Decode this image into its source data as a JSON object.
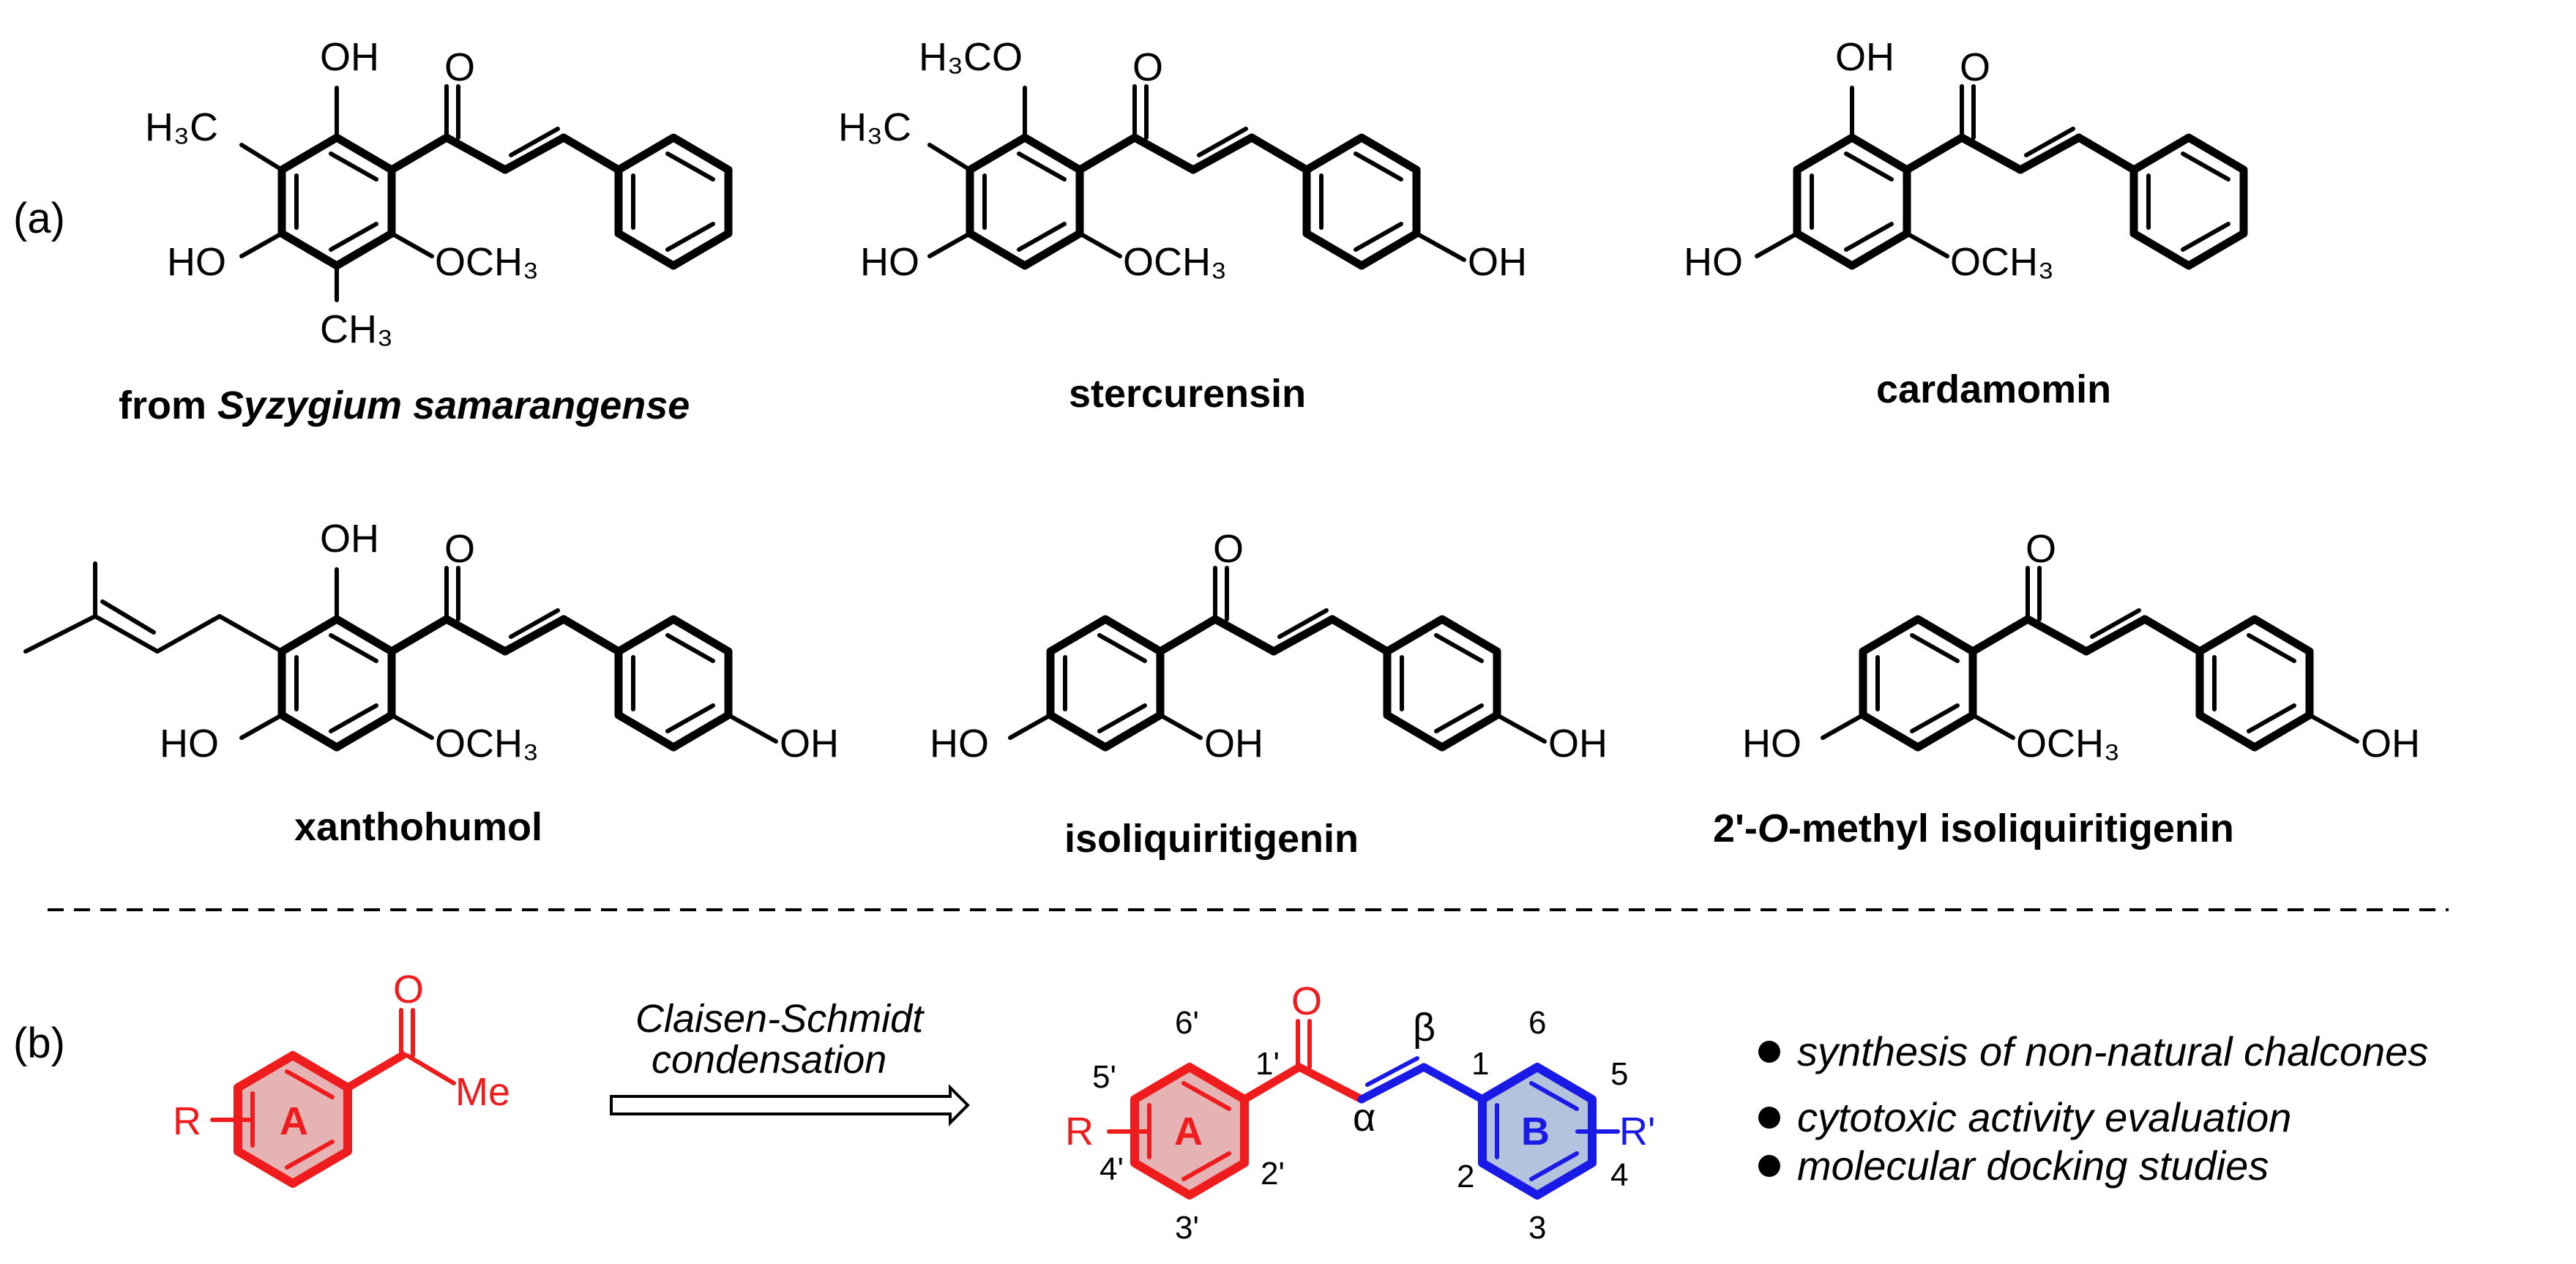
{
  "panel_a": {
    "label": "(a)",
    "compounds": [
      {
        "caption_prefix": "from ",
        "caption_italic": "Syzygium samarangense",
        "ortho_OH": "OH",
        "carbonyl": "O",
        "ring_substituents": [
          "H₃C",
          "HO",
          "CH₃",
          "OCH₃"
        ],
        "para_sub": ""
      },
      {
        "caption": "stercurensin",
        "ortho_sub": "H₃CO",
        "carbonyl": "O",
        "ring_substituents": [
          "H₃C",
          "HO",
          "OCH₃"
        ],
        "para_sub": "OH"
      },
      {
        "caption": "cardamomin",
        "ortho_OH": "OH",
        "carbonyl": "O",
        "ring_substituents": [
          "HO",
          "OCH₃"
        ],
        "para_sub": ""
      },
      {
        "caption": "xanthohumol",
        "ortho_OH": "OH",
        "carbonyl": "O",
        "ring_substituents": [
          "HO",
          "OCH₃"
        ],
        "para_sub": "OH"
      },
      {
        "caption": "isoliquiritigenin",
        "carbonyl": "O",
        "ring_substituents": [
          "HO",
          "OH"
        ],
        "para_sub": "OH"
      },
      {
        "caption_prefix": "2'-",
        "caption_italic": "O",
        "caption_suffix": "-methyl isoliquiritigenin",
        "carbonyl": "O",
        "ring_substituents": [
          "HO",
          "OCH₃"
        ],
        "para_sub": "OH"
      }
    ]
  },
  "panel_b": {
    "label": "(b)",
    "reactant": {
      "R": "R",
      "ring_label": "A",
      "carbonyl": "O",
      "methyl": "Me"
    },
    "arrow_label_line1": "Claisen-Schmidt",
    "arrow_label_line2": "condensation",
    "product": {
      "R": "R",
      "R_prime": "R'",
      "ring_a_label": "A",
      "ring_b_label": "B",
      "carbonyl": "O",
      "alpha": "α",
      "beta": "β",
      "ring_a_positions": [
        "1'",
        "2'",
        "3'",
        "4'",
        "5'",
        "6'"
      ],
      "ring_b_positions": [
        "1",
        "2",
        "3",
        "4",
        "5",
        "6"
      ]
    },
    "bullets": [
      "synthesis of non-natural chalcones",
      "cytotoxic activity evaluation",
      "molecular docking studies"
    ]
  },
  "colors": {
    "ring_a": "#ee1c1c",
    "ring_a_fill": "#e5b3b3",
    "ring_b": "#1a1ae6",
    "ring_b_fill": "#b3c3de",
    "bond": "#000000"
  }
}
